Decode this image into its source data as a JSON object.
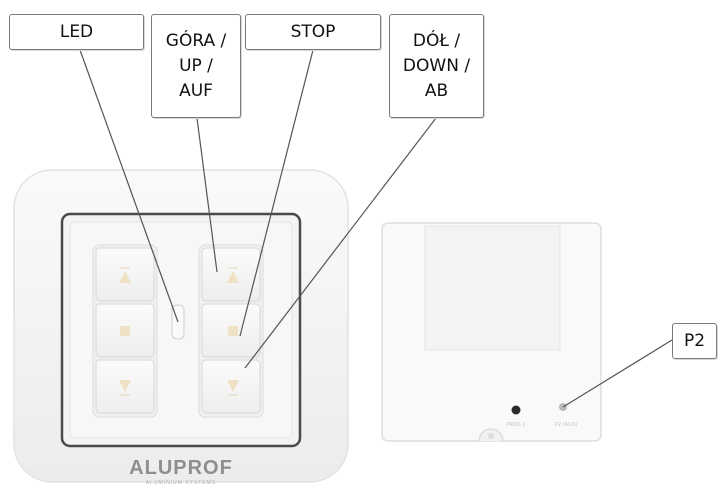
{
  "labels": {
    "led": "LED",
    "up": "GÓRA /\nUP /\nAUF",
    "stop": "STOP",
    "down": "DÓŁ /\nDOWN /\nAB",
    "p2": "P2"
  },
  "brand": {
    "name": "ALUPROF",
    "tagline": "ALUMINIUM SYSTEMS"
  },
  "module_marks": {
    "left": "PROG 1",
    "right": "P2 (AUX)"
  },
  "colors": {
    "frame": "#f4f4f4",
    "button": "#f6f6f6",
    "arrow": "#efe2c4",
    "leader_line": "#555555"
  }
}
